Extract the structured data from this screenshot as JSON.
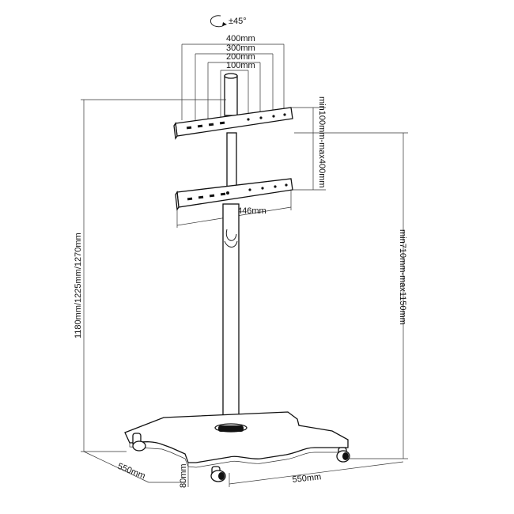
{
  "rotation": "±45°",
  "vesa": {
    "w400": "400mm",
    "w300": "300mm",
    "w200": "200mm",
    "w100": "100mm"
  },
  "bracket_range": "min100mm-max400mm",
  "bracket_width": "446mm",
  "total_height": "1180mm/1225mm/1270mm",
  "bracket_height_range": "min710mm-max1150mm",
  "base_depth": "550mm",
  "base_width": "550mm",
  "base_height": "80mm"
}
